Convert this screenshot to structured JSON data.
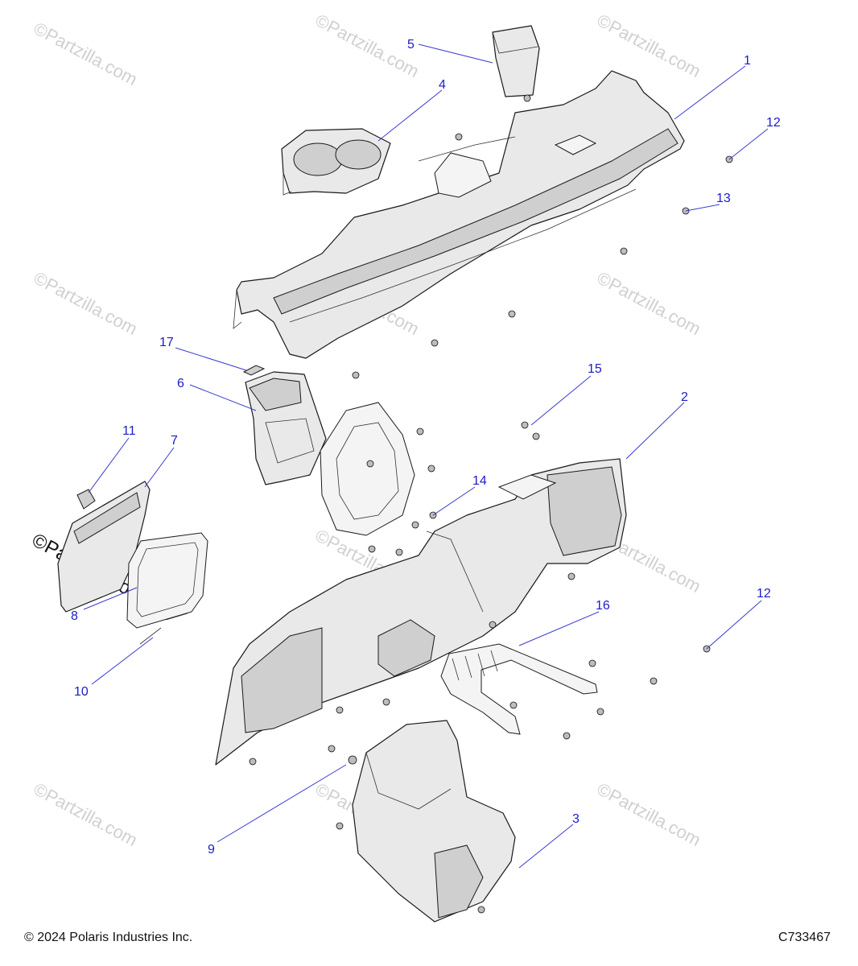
{
  "callouts": [
    {
      "num": "1"
    },
    {
      "num": "2"
    },
    {
      "num": "3"
    },
    {
      "num": "4"
    },
    {
      "num": "5"
    },
    {
      "num": "6"
    },
    {
      "num": "7"
    },
    {
      "num": "8"
    },
    {
      "num": "9"
    },
    {
      "num": "10"
    },
    {
      "num": "11"
    },
    {
      "num": "12"
    },
    {
      "num": "12"
    },
    {
      "num": "13"
    },
    {
      "num": "14"
    },
    {
      "num": "15"
    },
    {
      "num": "16"
    },
    {
      "num": "17"
    }
  ],
  "watermark": {
    "text": "©Partzilla.com",
    "prominent_text": "©Partzilla.com"
  },
  "footer": {
    "copyright": "© 2024 Polaris Industries Inc.",
    "code": "C733467"
  },
  "colors": {
    "callout": "#1c1cc8",
    "part_fill": "#e9e9e9",
    "watermark": "#d0d0d0"
  }
}
